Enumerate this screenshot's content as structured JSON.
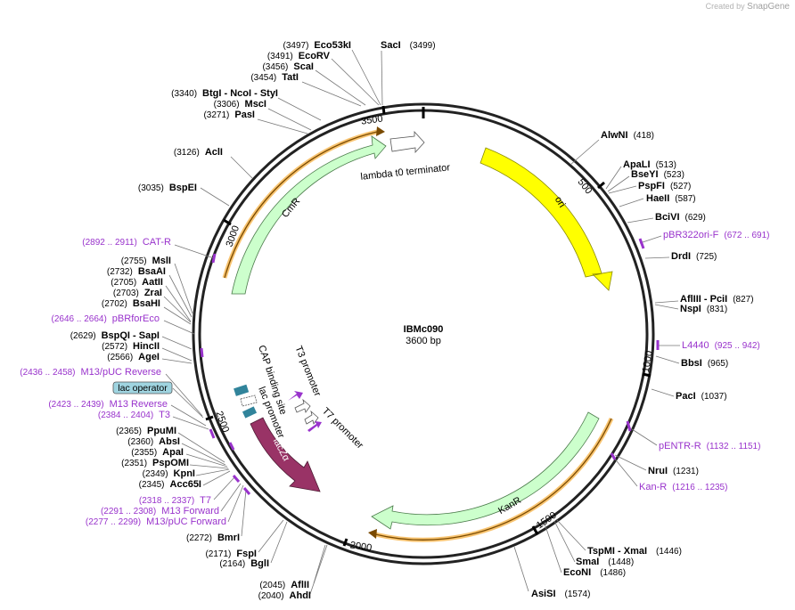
{
  "credit": {
    "prefix": "Created by",
    "brand": "SnapGene"
  },
  "plasmid": {
    "name": "IBMc090",
    "size_label": "3600 bp",
    "length": 3600
  },
  "ticks": [
    "500",
    "1000",
    "1500",
    "2000",
    "2500",
    "3000",
    "3500"
  ],
  "features": [
    {
      "name": "ori",
      "color": "#ffff00"
    },
    {
      "name": "KanR",
      "color": "#ccffcc"
    },
    {
      "name": "CmR",
      "color": "#ccffcc"
    },
    {
      "name": "lambda t0 terminator",
      "color": "#ffffff"
    },
    {
      "name": "lacZα",
      "color": "#993366"
    },
    {
      "name": "T3 promoter"
    },
    {
      "name": "T7 promoter"
    },
    {
      "name": "CAP binding site"
    },
    {
      "name": "lac promoter"
    }
  ],
  "right_labels": [
    {
      "name": "AlwNI",
      "pos": "(418)"
    },
    {
      "name": "ApaLI",
      "pos": "(513)"
    },
    {
      "name": "BseYI",
      "pos": "(523)"
    },
    {
      "name": "PspFI",
      "pos": "(527)"
    },
    {
      "name": "HaeII",
      "pos": "(587)"
    },
    {
      "name": "BciVI",
      "pos": "(629)"
    },
    {
      "name": "pBR322ori-F",
      "pos": "(672 .. 691)",
      "primer": true
    },
    {
      "name": "DrdI",
      "pos": "(725)"
    },
    {
      "name": "AflIII - PciI",
      "pos": "(827)"
    },
    {
      "name": "NspI",
      "pos": "(831)"
    },
    {
      "name": "L4440",
      "pos": "(925 .. 942)",
      "primer": true
    },
    {
      "name": "BbsI",
      "pos": "(965)"
    },
    {
      "name": "PacI",
      "pos": "(1037)"
    },
    {
      "name": "pENTR-R",
      "pos": "(1132 .. 1151)",
      "primer": true
    },
    {
      "name": "NruI",
      "pos": "(1231)"
    },
    {
      "name": "Kan-R",
      "pos": "(1216 .. 1235)",
      "primer": true
    }
  ],
  "top_labels": [
    {
      "name": "Eco53kI",
      "pos": "(3497)"
    },
    {
      "name": "SacI",
      "pos": "(3499)"
    },
    {
      "name": "EcoRV",
      "pos": "(3491)"
    },
    {
      "name": "ScaI",
      "pos": "(3456)"
    },
    {
      "name": "TatI",
      "pos": "(3454)"
    },
    {
      "name": "BtgI - NcoI - StyI",
      "pos": "(3340)"
    },
    {
      "name": "MscI",
      "pos": "(3306)"
    },
    {
      "name": "PasI",
      "pos": "(3271)"
    },
    {
      "name": "AclI",
      "pos": "(3126)"
    },
    {
      "name": "BspEI",
      "pos": "(3035)"
    }
  ],
  "left_labels": [
    {
      "name": "CAT-R",
      "pos": "(2892 .. 2911)",
      "primer": true
    },
    {
      "name": "MslI",
      "pos": "(2755)"
    },
    {
      "name": "BsaAI",
      "pos": "(2732)"
    },
    {
      "name": "AatII",
      "pos": "(2705)"
    },
    {
      "name": "ZraI",
      "pos": "(2703)"
    },
    {
      "name": "BsaHI",
      "pos": "(2702)"
    },
    {
      "name": "pBRforEco",
      "pos": "(2646 .. 2664)",
      "primer": true
    },
    {
      "name": "BspQI - SapI",
      "pos": "(2629)"
    },
    {
      "name": "HincII",
      "pos": "(2572)"
    },
    {
      "name": "AgeI",
      "pos": "(2566)"
    },
    {
      "name": "M13/pUC Reverse",
      "pos": "(2436 .. 2458)",
      "primer": true
    },
    {
      "name": "lac operator",
      "pos": "",
      "boxed": true
    },
    {
      "name": "M13 Reverse",
      "pos": "(2423 .. 2439)",
      "primer": true
    },
    {
      "name": "T3",
      "pos": "(2384 .. 2404)",
      "primer": true
    },
    {
      "name": "PpuMI",
      "pos": "(2365)"
    },
    {
      "name": "AbsI",
      "pos": "(2360)"
    },
    {
      "name": "ApaI",
      "pos": "(2355)"
    },
    {
      "name": "PspOMI",
      "pos": "(2351)"
    },
    {
      "name": "KpnI",
      "pos": "(2349)"
    },
    {
      "name": "Acc65I",
      "pos": "(2345)"
    },
    {
      "name": "T7",
      "pos": "(2318 .. 2337)",
      "primer": true
    },
    {
      "name": "M13 Forward",
      "pos": "(2291 .. 2308)",
      "primer": true
    },
    {
      "name": "M13/pUC Forward",
      "pos": "(2277 .. 2299)",
      "primer": true
    },
    {
      "name": "BmrI",
      "pos": "(2272)"
    },
    {
      "name": "FspI",
      "pos": "(2171)"
    },
    {
      "name": "BglI",
      "pos": "(2164)"
    }
  ],
  "bottom_labels": [
    {
      "name": "TspMI - XmaI",
      "pos": "(1446)"
    },
    {
      "name": "SmaI",
      "pos": "(1448)"
    },
    {
      "name": "EcoNI",
      "pos": "(1486)"
    },
    {
      "name": "AsiSI",
      "pos": "(1574)"
    },
    {
      "name": "AflII",
      "pos": "(2045)"
    },
    {
      "name": "AhdI",
      "pos": "(2040)"
    }
  ],
  "colors": {
    "enzyme": "#000000",
    "primer": "#9933cc",
    "line": "#777777",
    "feature_outline": "#333333",
    "orf_glow": "#f5b041"
  }
}
